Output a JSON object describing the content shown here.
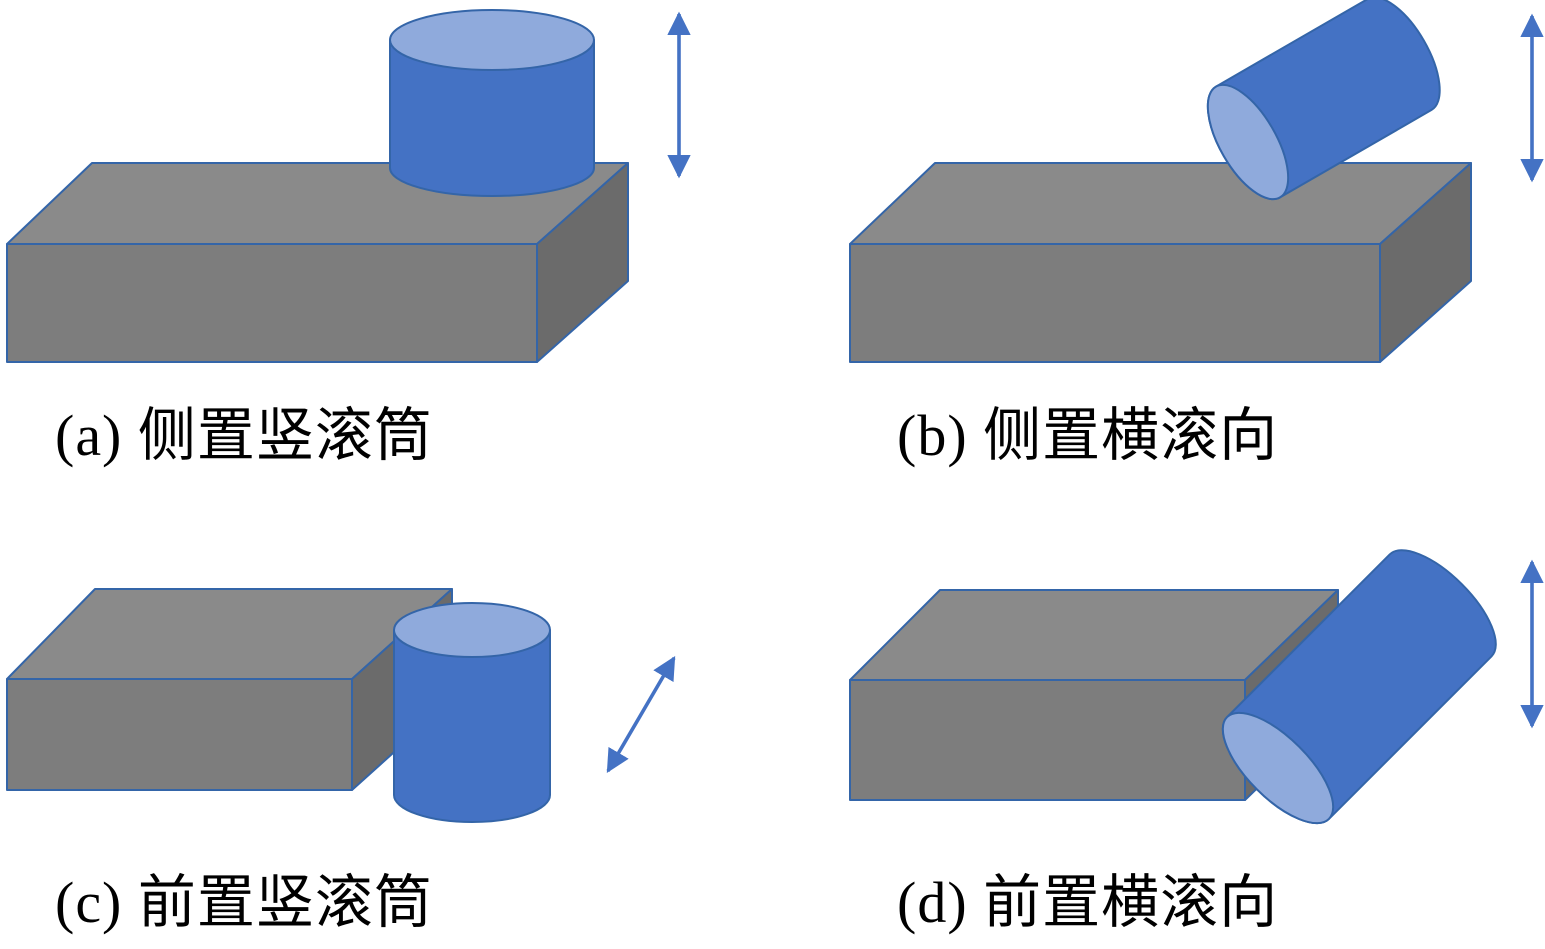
{
  "figure": {
    "background": "#FFFFFF",
    "panels": [
      {
        "id": "a",
        "label": "(a) 侧置竖滚筒",
        "roller_orientation": "vertical",
        "roller_position": "on-top",
        "arrow_direction": "vertical"
      },
      {
        "id": "b",
        "label": "(b) 侧置横滚向",
        "roller_orientation": "tilted-lying",
        "roller_position": "on-top",
        "arrow_direction": "vertical"
      },
      {
        "id": "c",
        "label": "(c) 前置竖滚筒",
        "roller_orientation": "vertical",
        "roller_position": "front-right",
        "arrow_direction": "diagonal"
      },
      {
        "id": "d",
        "label": "(d) 前置横滚向",
        "roller_orientation": "tilted-lying",
        "roller_position": "front-right",
        "arrow_direction": "vertical"
      }
    ],
    "colors": {
      "slab_top": "#8A8A8A",
      "slab_front": "#7D7D7D",
      "slab_side": "#6B6B6B",
      "roller_body": "#4472C4",
      "roller_face": "#8FAADC",
      "edge_stroke": "#3465A8",
      "arrow": "#4472C4",
      "label_text": "#000000"
    }
  }
}
